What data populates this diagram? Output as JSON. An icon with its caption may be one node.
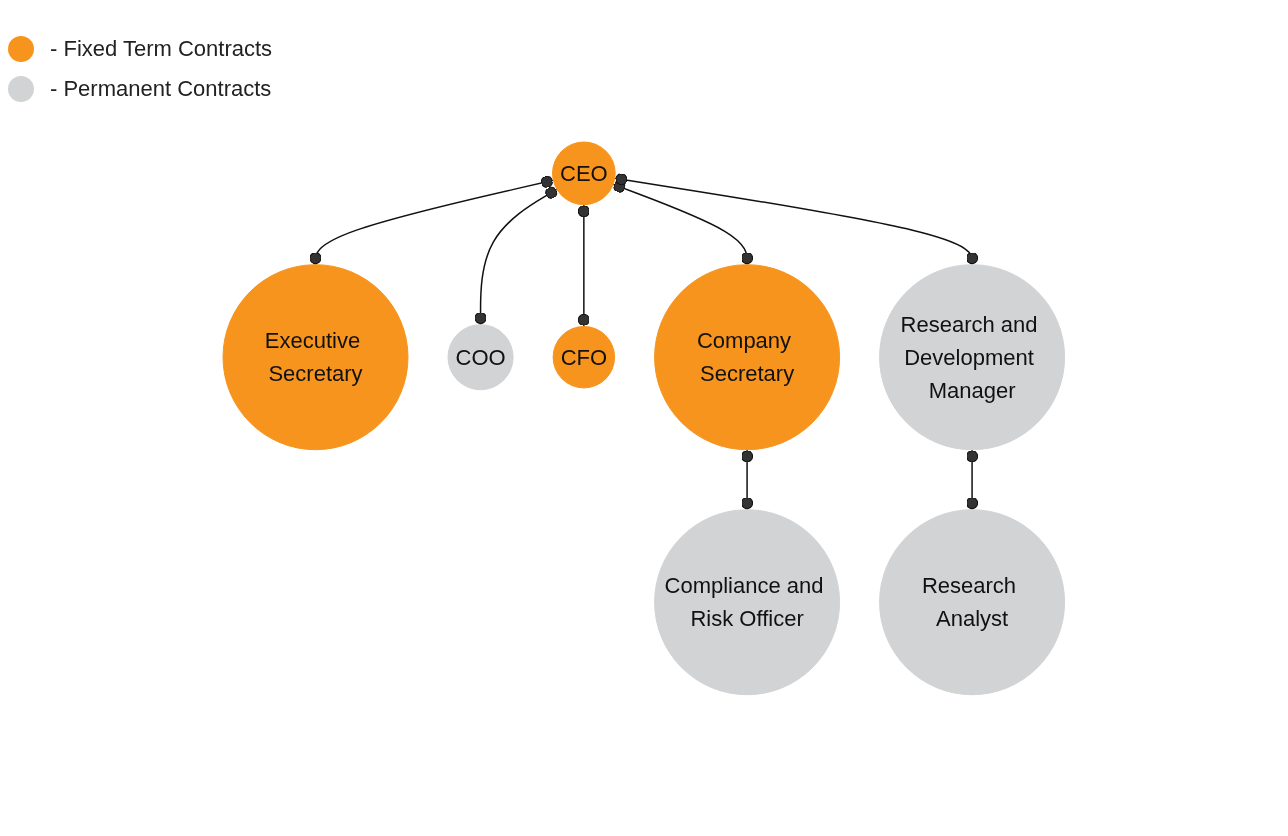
{
  "diagram": {
    "nodes": [
      {
        "text": [
          "CEO"
        ]
      },
      {
        "text": [
          "Executive Secretary"
        ]
      },
      {
        "text": [
          "COO"
        ]
      },
      {
        "text": [
          "CFO"
        ]
      },
      {
        "text": [
          "Company Secretary"
        ]
      },
      {
        "text": [
          "Research and Development Manager"
        ]
      },
      {
        "text": [
          "Compliance and Risk Officer"
        ]
      },
      {
        "text": [
          "Research Analyst"
        ]
      }
    ],
    "edges": [
      {
        "from": 0,
        "to": 1,
        "arrow": "other"
      },
      {
        "from": 0,
        "to": 2,
        "arrow": "other"
      },
      {
        "from": 0,
        "to": 3,
        "arrow": "other"
      },
      {
        "from": 0,
        "to": 4,
        "arrow": "other"
      },
      {
        "from": 0,
        "to": 5,
        "arrow": "other"
      },
      {
        "from": 4,
        "to": 6,
        "arrow": "other"
      },
      {
        "from": 5,
        "to": 7,
        "arrow": "other"
      }
    ],
    "legend": [
      {
        "text": "- Fixed Term Contracts",
        "color": "#f7941d"
      },
      {
        "text": "- Permanent Contracts",
        "color": "#d1d3d4"
      }
    ]
  }
}
